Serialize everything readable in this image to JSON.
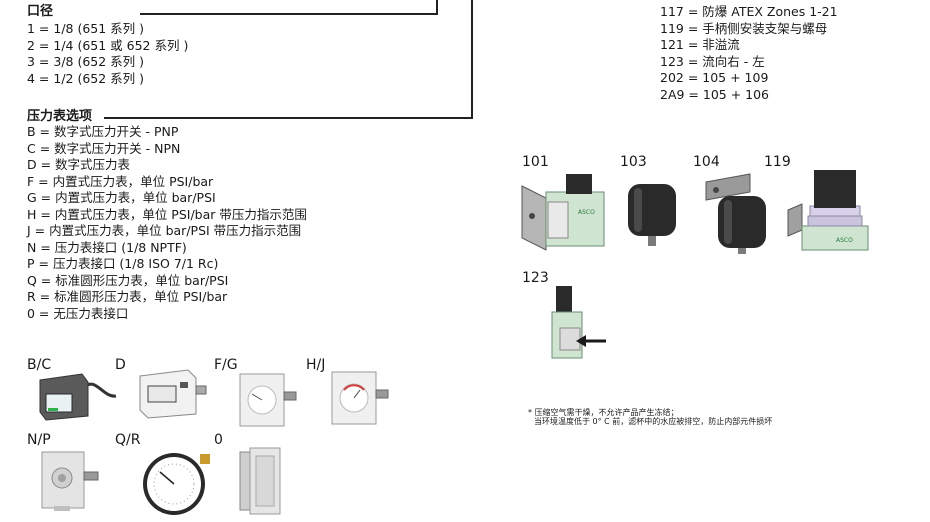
{
  "bore": {
    "heading": "口径",
    "items": [
      "1 = 1/8 (651 系列 )",
      "2 = 1/4 (651 或 652 系列 )",
      "3 = 3/8 (652 系列 )",
      "4 = 1/2 (652 系列 )"
    ]
  },
  "gauge": {
    "heading": "压力表选项",
    "items": [
      "B = 数字式压力开关 - PNP",
      "C = 数字式压力开关 - NPN",
      "D = 数字式压力表",
      "F = 内置式压力表，单位 PSI/bar",
      "G = 内置式压力表，单位 bar/PSI",
      "H = 内置式压力表，单位 PSI/bar 带压力指示范围",
      "J = 内置式压力表，单位 bar/PSI 带压力指示范围",
      "N = 压力表接口 (1/8 NPTF)",
      "P = 压力表接口 (1/8 ISO 7/1 Rc)",
      "Q = 标准圆形压力表，单位 bar/PSI",
      "R = 标准圆形压力表，单位 PSI/bar",
      "0 = 无压力表接口"
    ]
  },
  "options": {
    "items": [
      "117 = 防爆 ATEX Zones 1-21",
      "119 = 手柄侧安装支架与螺母",
      "121 = 非溢流",
      "123 = 流向右 - 左",
      "202 = 105 + 109",
      "2A9 = 105 + 106"
    ]
  },
  "option_images": {
    "labels": [
      "101",
      "103",
      "104",
      "119",
      "123"
    ]
  },
  "gauge_images": {
    "labels": [
      "B/C",
      "D",
      "F/G",
      "H/J",
      "N/P",
      "Q/R",
      "0"
    ]
  },
  "footnote": {
    "line1": "* 压缩空气需干燥，不允许产品产生冻结；",
    "line2": "当环境温度低于 0° C 前，滤杯中的水应被排空，防止内部元件损坏"
  },
  "colors": {
    "body_green": "#8fc79a",
    "cap_black": "#2a2a2a",
    "metal_grey": "#9a9a9a",
    "arrow": "#1a1a1a"
  }
}
